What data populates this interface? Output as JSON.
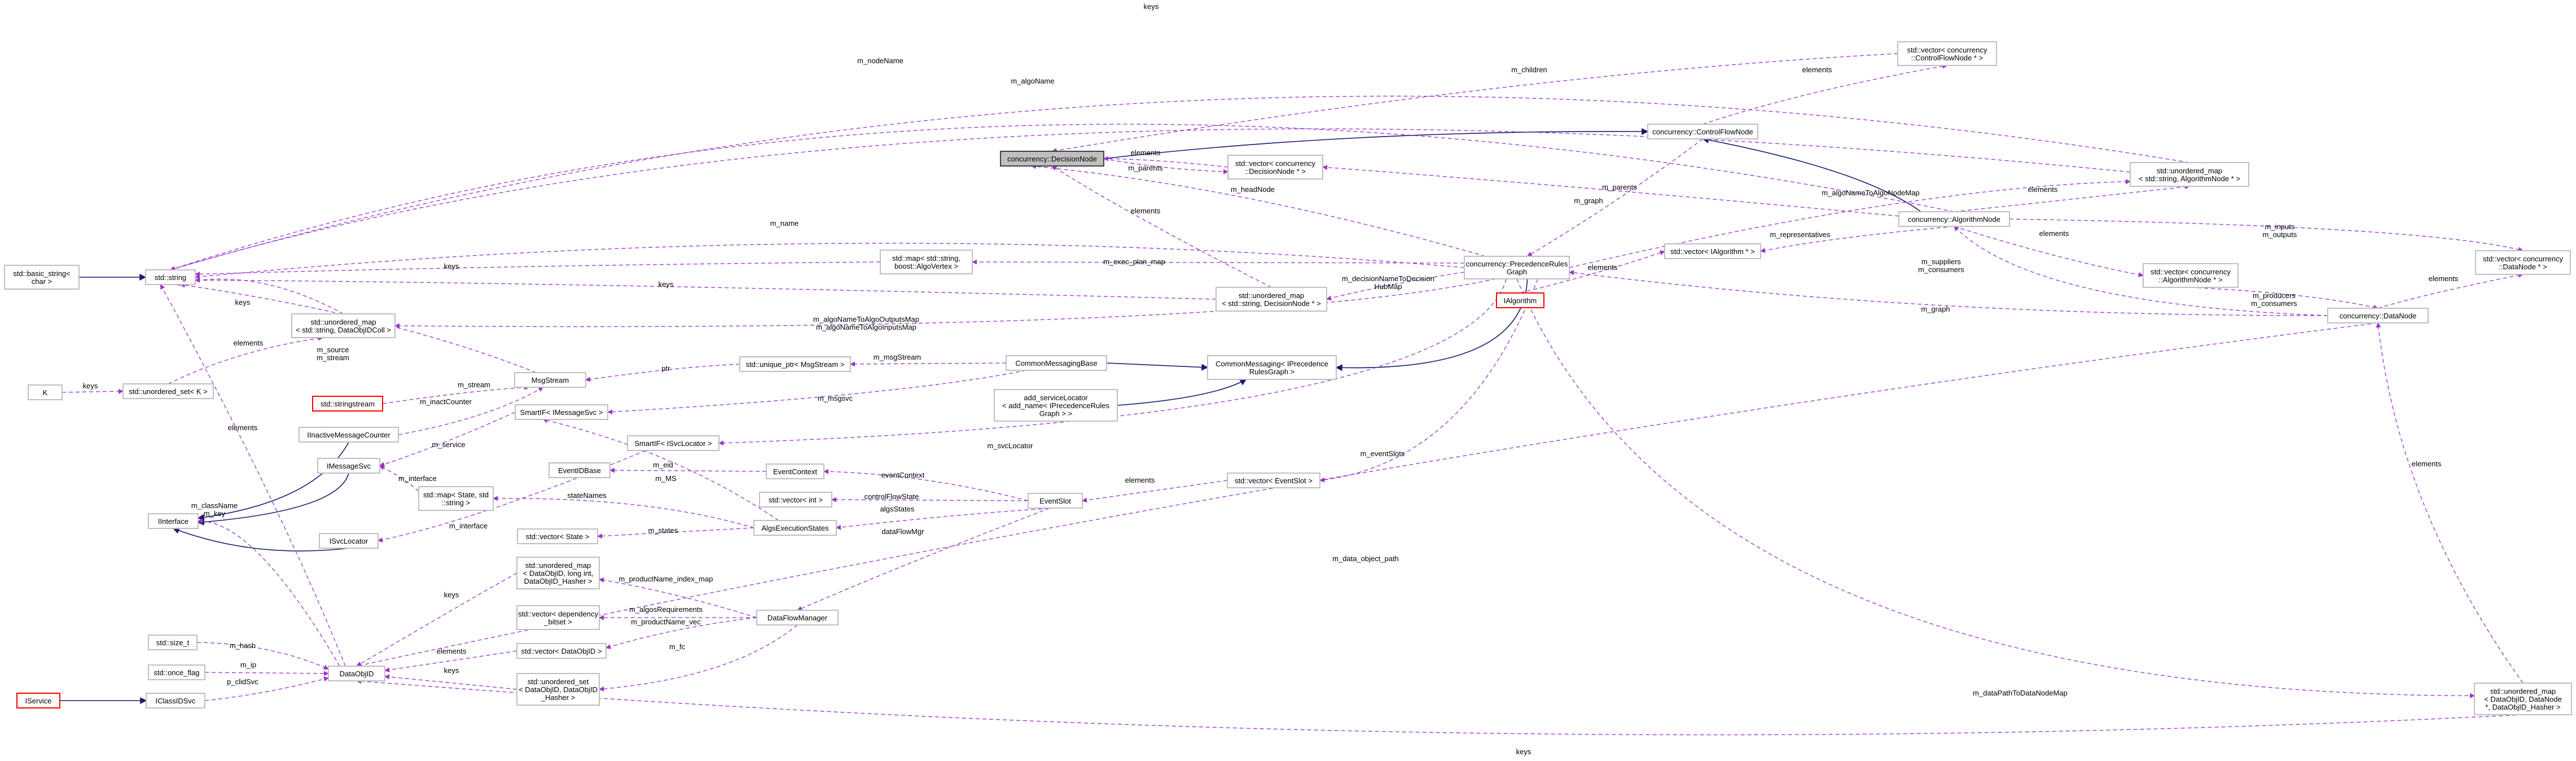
{
  "nodes": [
    {
      "id": "decisionnode",
      "lines": [
        "concurrency::DecisionNode"
      ],
      "style": "current"
    },
    {
      "id": "controlflownode",
      "lines": [
        "concurrency::ControlFlowNode"
      ],
      "style": "normal"
    },
    {
      "id": "vec_cfn",
      "lines": [
        "std::vector< concurrency",
        "::ControlFlowNode * >"
      ],
      "style": "normal"
    },
    {
      "id": "vec_dn",
      "lines": [
        "std::vector< concurrency",
        "::DecisionNode * >"
      ],
      "style": "normal"
    },
    {
      "id": "umap_algnode",
      "lines": [
        "std::unordered_map",
        "< std::string, AlgorithmNode * >"
      ],
      "style": "normal"
    },
    {
      "id": "algorithmnode",
      "lines": [
        "concurrency::AlgorithmNode"
      ],
      "style": "normal"
    },
    {
      "id": "vec_ialg",
      "lines": [
        "std::vector< IAlgorithm * >"
      ],
      "style": "normal"
    },
    {
      "id": "ialgorithm",
      "lines": [
        "IAlgorithm"
      ],
      "style": "red"
    },
    {
      "id": "prg",
      "lines": [
        "concurrency::PrecedenceRules",
        "Graph"
      ],
      "style": "normal"
    },
    {
      "id": "map_algvertex",
      "lines": [
        "std::map< std::string,",
        "boost::AlgoVertex >"
      ],
      "style": "normal"
    },
    {
      "id": "umap_dn",
      "lines": [
        "std::unordered_map",
        "< std::string, DecisionNode * >"
      ],
      "style": "normal"
    },
    {
      "id": "vec_algnode",
      "lines": [
        "std::vector< concurrency",
        "::AlgorithmNode * >"
      ],
      "style": "normal"
    },
    {
      "id": "vec_datanode",
      "lines": [
        "std::vector< concurrency",
        "::DataNode * >"
      ],
      "style": "normal"
    },
    {
      "id": "datanode",
      "lines": [
        "concurrency::DataNode"
      ],
      "style": "normal"
    },
    {
      "id": "basic_string",
      "lines": [
        "std::basic_string<",
        "char >"
      ],
      "style": "normal"
    },
    {
      "id": "string",
      "lines": [
        "std::string"
      ],
      "style": "normal"
    },
    {
      "id": "umap_dataobjidcoll",
      "lines": [
        "std::unordered_map",
        "< std::string, DataObjIDColl >"
      ],
      "style": "normal"
    },
    {
      "id": "uset_k",
      "lines": [
        "std::unordered_set< K >"
      ],
      "style": "normal"
    },
    {
      "id": "k",
      "lines": [
        "K"
      ],
      "style": "normal"
    },
    {
      "id": "msgstream",
      "lines": [
        "MsgStream"
      ],
      "style": "normal"
    },
    {
      "id": "stringstream",
      "lines": [
        "std::stringstream"
      ],
      "style": "red"
    },
    {
      "id": "inactivecounter",
      "lines": [
        "IInactiveMessageCounter"
      ],
      "style": "normal"
    },
    {
      "id": "imessagesvc",
      "lines": [
        "IMessageSvc"
      ],
      "style": "normal"
    },
    {
      "id": "iinterface",
      "lines": [
        "IInterface"
      ],
      "style": "normal"
    },
    {
      "id": "isvclocator",
      "lines": [
        "ISvcLocator"
      ],
      "style": "normal"
    },
    {
      "id": "smartif_msgsvc",
      "lines": [
        "SmartIF< IMessageSvc >"
      ],
      "style": "normal"
    },
    {
      "id": "smartif_svcloc",
      "lines": [
        "SmartIF< ISvcLocator >"
      ],
      "style": "normal"
    },
    {
      "id": "map_state",
      "lines": [
        "std::map< State, std",
        "::string >"
      ],
      "style": "normal"
    },
    {
      "id": "uptr_msgstream",
      "lines": [
        "std::unique_ptr< MsgStream >"
      ],
      "style": "normal"
    },
    {
      "id": "commonmsgbase",
      "lines": [
        "CommonMessagingBase"
      ],
      "style": "normal"
    },
    {
      "id": "commonmsg_iprg",
      "lines": [
        "CommonMessaging< IPrecedence",
        "RulesGraph >"
      ],
      "style": "normal"
    },
    {
      "id": "addsvcloc",
      "lines": [
        "add_serviceLocator",
        "< add_name< IPrecedenceRules",
        "Graph > >"
      ],
      "style": "plain"
    },
    {
      "id": "eventidbase",
      "lines": [
        "EventIDBase"
      ],
      "style": "normal"
    },
    {
      "id": "eventcontext",
      "lines": [
        "EventContext"
      ],
      "style": "normal"
    },
    {
      "id": "vec_int",
      "lines": [
        "std::vector< int >"
      ],
      "style": "normal"
    },
    {
      "id": "vec_state",
      "lines": [
        "std::vector< State >"
      ],
      "style": "normal"
    },
    {
      "id": "algoexecstates",
      "lines": [
        "AlgsExecutionStates"
      ],
      "style": "normal"
    },
    {
      "id": "eventslot",
      "lines": [
        "EventSlot"
      ],
      "style": "normal"
    },
    {
      "id": "vec_eventslot",
      "lines": [
        "std::vector< EventSlot >"
      ],
      "style": "normal"
    },
    {
      "id": "umap_prodidx",
      "lines": [
        "std::unordered_map",
        "< DataObjID, long int,",
        "DataObjID_Hasher >"
      ],
      "style": "normal"
    },
    {
      "id": "vec_dynbitset",
      "lines": [
        "std::vector< dependency",
        "_bitset >"
      ],
      "style": "normal"
    },
    {
      "id": "vec_dataobjid",
      "lines": [
        "std::vector< DataObjID >"
      ],
      "style": "normal"
    },
    {
      "id": "uset_dataobjid",
      "lines": [
        "std::unordered_set",
        "< DataObjID, DataObjID",
        "_Hasher >"
      ],
      "style": "normal"
    },
    {
      "id": "dataflowmgr",
      "lines": [
        "DataFlowManager"
      ],
      "style": "normal"
    },
    {
      "id": "size_t",
      "lines": [
        "std::size_t"
      ],
      "style": "normal"
    },
    {
      "id": "once_flag",
      "lines": [
        "std::once_flag"
      ],
      "style": "normal"
    },
    {
      "id": "iservice",
      "lines": [
        "IService"
      ],
      "style": "red"
    },
    {
      "id": "iclassidsvc",
      "lines": [
        "IClassIDSvc"
      ],
      "style": "normal"
    },
    {
      "id": "dataobjid",
      "lines": [
        "DataObjID"
      ],
      "style": "normal"
    },
    {
      "id": "umap_datanode",
      "lines": [
        "std::unordered_map",
        "< DataObjID, DataNode",
        "*, DataObjID_Hasher >"
      ],
      "style": "normal"
    }
  ],
  "edge_labels": {
    "keys_top": "keys",
    "m_nodeName": "m_nodeName",
    "m_children": "m_children",
    "m_algoName": "m_algoName",
    "elements_cfn": "elements",
    "elements_dn1": "elements",
    "m_parents_dn": "m_parents",
    "elements_dn2": "elements",
    "m_headNode": "m_headNode",
    "m_parents_alg": "m_parents",
    "m_algoNameToAlgoNodeMap": "m_algoNameToAlgoNodeMap",
    "m_graph_cfn": "m_graph",
    "elements_algmap": "elements",
    "m_name": "m_name",
    "m_representatives": "m_representatives",
    "elements_ialg": "elements",
    "keys_map1": "keys",
    "m_exec_plan_map": "m_exec_plan_map",
    "keys_map2": "keys",
    "m_decisionNameToDecisionHubMap": "m_decisionNameToDecision\nHubMap",
    "m_inputs_outputs": "m_inputs\nm_outputs",
    "elements_vdn": "elements",
    "m_suppliers_consumers": "m_suppliers\nm_consumers",
    "elements_van": "elements",
    "m_producers_consumers": "m_producers\nm_consumers",
    "m_graph_dn": "m_graph",
    "keys_doc": "keys",
    "m_algoNameToAlgoIO": "m_algoNameToAlgoOutputsMap\nm_algoNameToAlgoInputsMap",
    "elements_uset": "elements",
    "keys_uset": "keys",
    "m_source_m_stream": "m_source\nm_stream",
    "m_stream": "m_stream",
    "m_inactCounter": "m_inactCounter",
    "ptr": "ptr",
    "m_msgStream": "m_msgStream",
    "m_msgsvc": "m_msgsvc",
    "m_svcLocator": "m_svcLocator",
    "m_service": "m_service",
    "m_interface1": "m_interface",
    "m_interface2": "m_interface",
    "elements_string": "elements",
    "m_className_key": "m_className\nm_key",
    "stateNames": "stateNames",
    "m_eid": "m_eid",
    "m_MS": "m_MS",
    "eventContext": "eventContext",
    "controlFlowState": "controlFlowState",
    "algsStates": "algsStates",
    "m_states": "m_states",
    "elements_evs": "elements",
    "m_eventSlots": "m_eventSlots",
    "dataFlowMgr": "dataFlowMgr",
    "m_data_object_path": "m_data_object_path",
    "elements_dnmap": "elements",
    "keys_prodidx": "keys",
    "m_productName_index_map": "m_productName_index_map",
    "m_algosRequirements": "m_algosRequirements",
    "m_productName_vec": "m_productName_vec",
    "m_fc": "m_fc",
    "elements_vdoi": "elements",
    "keys_udoi": "keys",
    "m_hash": "m_hash",
    "m_ip": "m_ip",
    "p_clidSvc": "p_clidSvc",
    "m_dataPathToDataNodeMap": "m_dataPathToDataNodeMap",
    "keys_bottom": "keys"
  }
}
